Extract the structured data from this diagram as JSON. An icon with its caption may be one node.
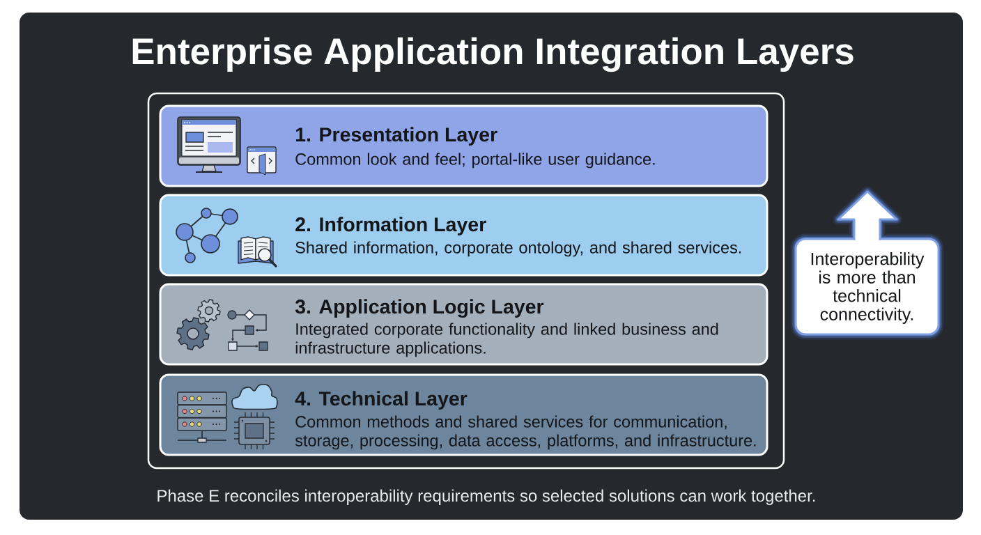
{
  "diagram": {
    "title": "Enterprise Application Integration Layers",
    "caption": "Phase E reconciles interoperability requirements so selected solutions can work together.",
    "nodes": [
      {
        "text": [],
        "shape": "box"
      },
      {
        "text": [
          "1. Presentation Layer",
          "Common look and feel; portal-like user guidance."
        ],
        "in": 0
      },
      {
        "text": [
          "2. Information Layer",
          "Shared information, corporate ontology, and shared services."
        ],
        "in": 0
      },
      {
        "text": [
          "3. Application Logic Layer",
          "Integrated corporate functionality and linked business and infrastructure applications."
        ],
        "in": 0
      },
      {
        "text": [
          "4. Technical Layer",
          "Common methods and shared services for communication, storage, processing, data access, platforms, and infrastructure."
        ],
        "in": 0
      },
      {
        "text": [
          "Interoperability is more than technical connectivity."
        ]
      }
    ]
  }
}
